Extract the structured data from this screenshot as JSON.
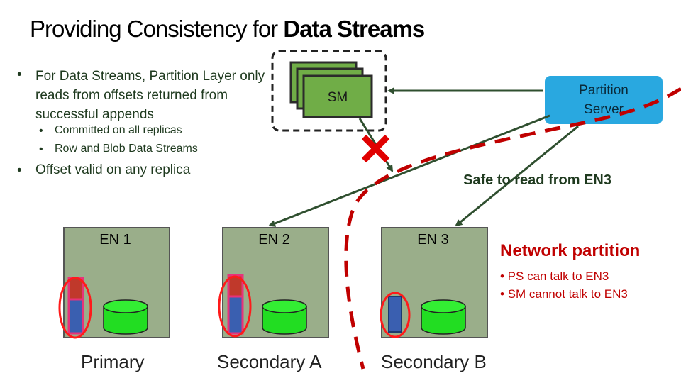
{
  "title": {
    "prefix": "Providing Consistency for ",
    "emphasis": "Data Streams"
  },
  "bullets": [
    {
      "text": "For Data Streams, Partition Layer only reads from offsets returned from successful appends"
    },
    {
      "text": "Offset valid on any replica"
    }
  ],
  "sub_bullets": [
    {
      "text": "Committed on all replicas"
    },
    {
      "text": "Row and Blob Data Streams"
    }
  ],
  "sm": {
    "label": "SM"
  },
  "partition_server": {
    "label_line1": "Partition",
    "label_line2": "Server"
  },
  "safe_note": "Safe to read from EN3",
  "nodes": [
    {
      "label": "EN 1",
      "caption": "Primary"
    },
    {
      "label": "EN 2",
      "caption": "Secondary A"
    },
    {
      "label": "EN 3",
      "caption": "Secondary B"
    }
  ],
  "network_partition": {
    "title": "Network partition",
    "items": [
      "• PS can talk to EN3",
      "• SM cannot talk to EN3"
    ]
  },
  "colors": {
    "sm_green": "#70ad47",
    "ps_blue": "#29a8e0",
    "partition_red": "#c00000",
    "node_bg": "#9aae8a",
    "disk_green": "#22dd22",
    "extent_blue": "#3a5fb0",
    "extent_red": "#c0392b",
    "highlight_pink": "#e8327a"
  }
}
